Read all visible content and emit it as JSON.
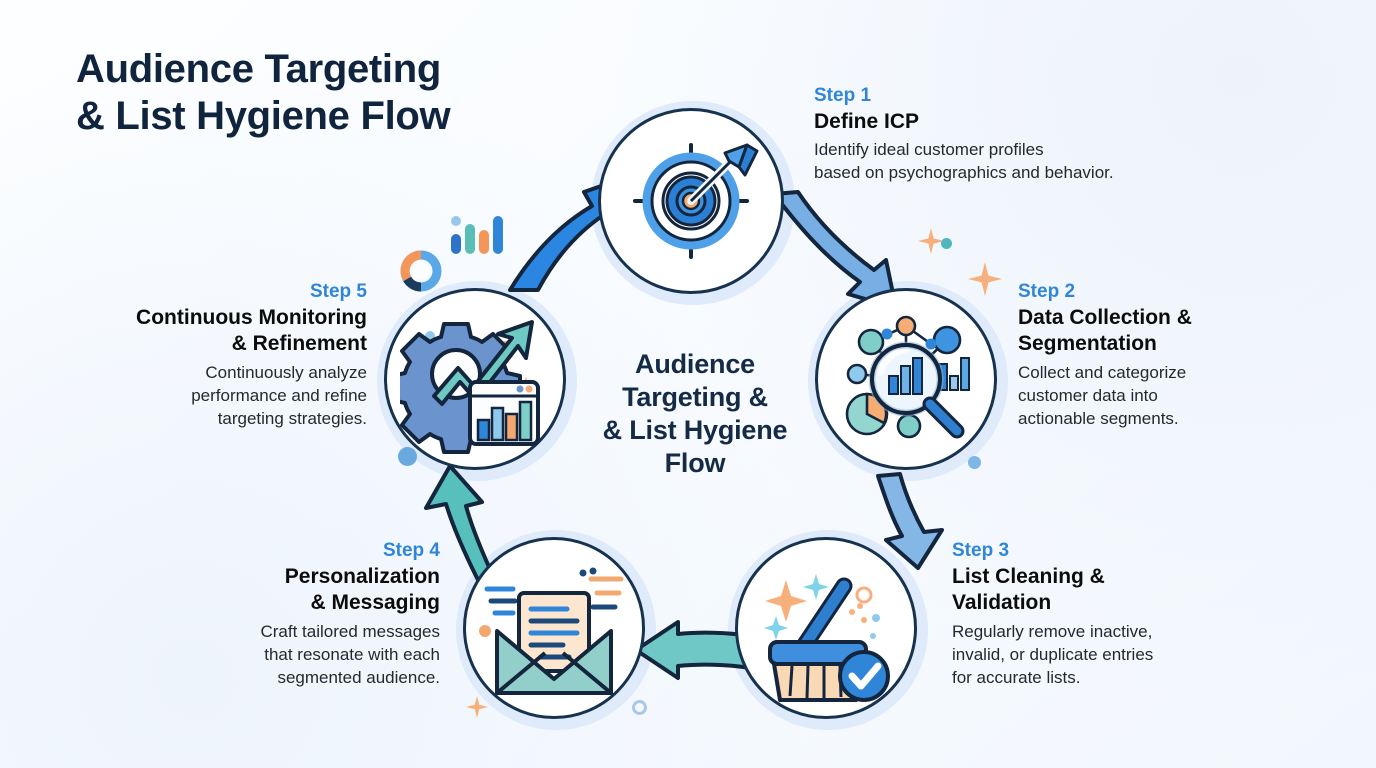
{
  "page": {
    "title_line1": "Audience Targeting",
    "title_line2": "& List Hygiene Flow",
    "title": "Audience Targeting\n& List Hygiene Flow",
    "background_color": "#f7fbff",
    "accent_color": "#2f86d8",
    "outline_color": "#16324f",
    "teal_color": "#5fc3c0",
    "orange_color": "#f6a96a"
  },
  "center": {
    "label": "Audience\nTargeting &\n& List Hygiene\nFlow",
    "lines": [
      "Audience",
      "Targeting &",
      "& List Hygiene",
      "Flow"
    ]
  },
  "steps": [
    {
      "kicker": "Step 1",
      "title": "Define ICP",
      "description": "Identify ideal customer profiles\nbased on psychographics and behavior.",
      "icon": "target-arrow-icon"
    },
    {
      "kicker": "Step 2",
      "title": "Data Collection &\nSegmentation",
      "description": "Collect and categorize\ncustomer data into\nactionable segments.",
      "icon": "network-magnifier-chart-icon"
    },
    {
      "kicker": "Step 3",
      "title": "List Cleaning &\nValidation",
      "description": "Regularly remove inactive,\ninvalid, or duplicate entries\nfor accurate lists.",
      "icon": "broom-check-icon"
    },
    {
      "kicker": "Step 4",
      "title": "Personalization\n& Messaging",
      "description": "Craft tailored messages\nthat resonate with each\nsegmented audience.",
      "icon": "open-envelope-letter-icon"
    },
    {
      "kicker": "Step 5",
      "title": "Continuous Monitoring\n& Refinement",
      "description": "Continuously analyze\nperformance and refine\ntargeting strategies.",
      "icon": "gear-growth-chart-icon"
    }
  ],
  "arrows": [
    {
      "name": "arrow-step5-to-step1",
      "color": "#2a86e0",
      "direction": "up-right"
    },
    {
      "name": "arrow-step1-to-step2",
      "color": "#6ea8e0",
      "direction": "down-right"
    },
    {
      "name": "arrow-step2-to-step3",
      "color": "#7fb3e4",
      "direction": "down"
    },
    {
      "name": "arrow-step3-to-step4",
      "color": "#6fc8c6",
      "direction": "left"
    },
    {
      "name": "arrow-step4-to-step5",
      "color": "#57c0bd",
      "direction": "up"
    }
  ]
}
